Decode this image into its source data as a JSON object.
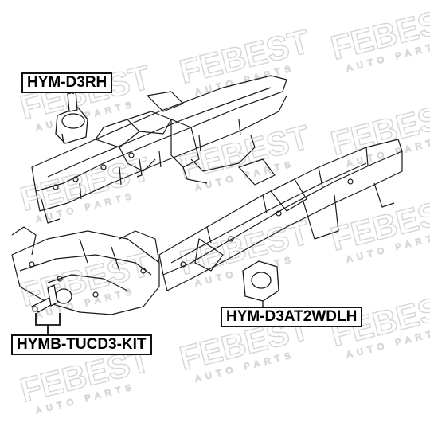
{
  "diagram": {
    "labels": {
      "engine_mount_right": "HYM-D3RH",
      "transmission_mount_left": "HYM-D3AT2WDLH",
      "rear_mount_kit": "HYMB-TUCD3-KIT"
    },
    "watermark": {
      "brand": "FEBEST",
      "tagline": "AUTO PARTS"
    },
    "colors": {
      "line": "#1a1a1a",
      "label_border": "#111111",
      "watermark": "#dcdcdc"
    }
  }
}
